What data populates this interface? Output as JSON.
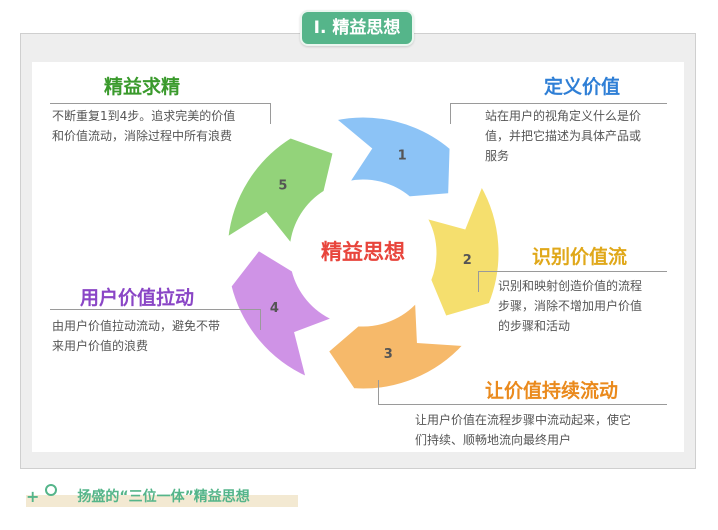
{
  "header": {
    "title": "I. 精益思想"
  },
  "diagram": {
    "center_label": "精益思想",
    "steps": [
      {
        "number": "1",
        "color": "#8cc3f6"
      },
      {
        "number": "2",
        "color": "#f5df6e"
      },
      {
        "number": "3",
        "color": "#f6b96a"
      },
      {
        "number": "4",
        "color": "#cf93e6"
      },
      {
        "number": "5",
        "color": "#93d37a"
      }
    ],
    "sections": {
      "define_value": {
        "title": "定义价值",
        "desc": [
          "站在用户的视角定义什么是价",
          "值，并把它描述为具体产品或",
          "服务"
        ],
        "color": "#2f7fd6"
      },
      "identify_stream": {
        "title": "识别价值流",
        "desc": [
          "识别和映射创造价值的流程",
          "步骤，消除不增加用户价值",
          "的步骤和活动"
        ],
        "color": "#e0a81a"
      },
      "flow": {
        "title": "让价值持续流动",
        "desc": [
          "让用户价值在流程步骤中流动起来，使它",
          "们持续、顺畅地流向最终用户"
        ],
        "color": "#ea8a1d"
      },
      "pull": {
        "title": "用户价值拉动",
        "desc": [
          "由用户价值拉动流动，避免不带",
          "来用户价值的浪费"
        ],
        "color": "#8a46c6"
      },
      "perfection": {
        "title": "精益求精",
        "desc": [
          "不断重复1到4步。追求完美的价值",
          "和价值流动，消除过程中所有浪费"
        ],
        "color": "#3a9a2c"
      }
    }
  },
  "caption": {
    "plus": "+",
    "text": "扬盛的“三位一体”精益思想"
  },
  "colors": {
    "accent": "#55b58a",
    "center_text": "#e8453c"
  }
}
